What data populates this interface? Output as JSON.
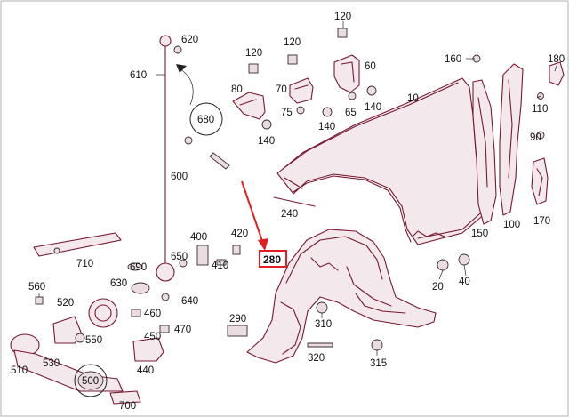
{
  "diagram": {
    "highlight_label": "280",
    "accent_color": "#e02020",
    "part_color": "#7a1830",
    "labels": {
      "l10": "10",
      "l20": "20",
      "l40": "40",
      "l60": "60",
      "l65": "65",
      "l70": "70",
      "l75": "75",
      "l80": "80",
      "l90": "90",
      "l100": "100",
      "l110": "110",
      "l120a": "120",
      "l120b": "120",
      "l120c": "120",
      "l140a": "140",
      "l140b": "140",
      "l140c": "140",
      "l150": "150",
      "l160": "160",
      "l170": "170",
      "l180": "180",
      "l240": "240",
      "l280": "280",
      "l290": "290",
      "l310": "310",
      "l315": "315",
      "l320": "320",
      "l400": "400",
      "l410": "410",
      "l420": "420",
      "l440": "440",
      "l450": "450",
      "l460": "460",
      "l470": "470",
      "l500": "500",
      "l510": "510",
      "l520": "520",
      "l530": "530",
      "l550": "550",
      "l560": "560",
      "l600": "600",
      "l610": "610",
      "l620": "620",
      "l630": "630",
      "l640": "640",
      "l650": "650",
      "l680": "680",
      "l690": "690",
      "l700": "700",
      "l710": "710"
    }
  }
}
